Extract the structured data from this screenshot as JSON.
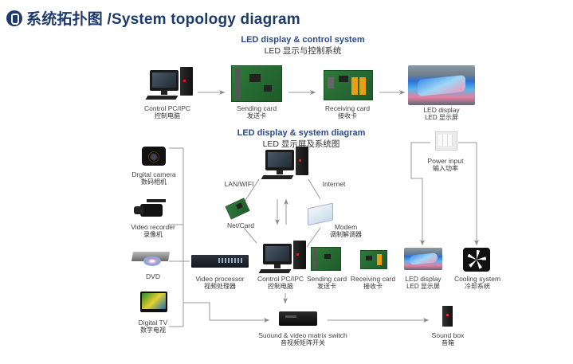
{
  "header": {
    "title": "系统拓扑图 /System topology diagram",
    "icon": "hand-pointer-icon",
    "accent_color": "#1d3a6e"
  },
  "control_system": {
    "title_en": "LED display & control system",
    "title_cn": "LED 显示与控制系统",
    "nodes": [
      {
        "en": "Control PC/IPC",
        "cn": "控制电脑"
      },
      {
        "en": "Sending card",
        "cn": "发送卡"
      },
      {
        "en": "Receiving card",
        "cn": "接收卡"
      },
      {
        "en": "LED display",
        "cn": "LED 显示屏"
      }
    ]
  },
  "system_diagram": {
    "title_en": "LED display & system diagram",
    "title_cn": "LED 显示屏及系统图",
    "network": {
      "lan": "LAN/WIFI",
      "internet": "Internet",
      "net_card": "Net/Card",
      "modem_en": "Modem",
      "modem_cn": "调制解调器"
    },
    "sources": [
      {
        "en": "Drgital camera",
        "cn": "数码相机"
      },
      {
        "en": "Video recorder",
        "cn": "录像机"
      },
      {
        "en": "DVD",
        "cn": ""
      },
      {
        "en": "Digital TV",
        "cn": "数字电视"
      }
    ],
    "chain": [
      {
        "en": "Video processor",
        "cn": "视频处理器"
      },
      {
        "en": "Control PC/IPC",
        "cn": "控制电脑"
      },
      {
        "en": "Sending card",
        "cn": "发送卡"
      },
      {
        "en": "Receiving card",
        "cn": "接收卡"
      },
      {
        "en": "LED display",
        "cn": "LED 显示屏"
      },
      {
        "en": "Cooling system",
        "cn": "冷却系统"
      }
    ],
    "power": {
      "en": "Power input",
      "cn": "输入功率"
    },
    "matrix_switch": {
      "en": "Suound & video matrix switch",
      "cn": "音视频矩阵开关"
    },
    "sound_box": {
      "en": "Sound box",
      "cn": "音箱"
    }
  }
}
